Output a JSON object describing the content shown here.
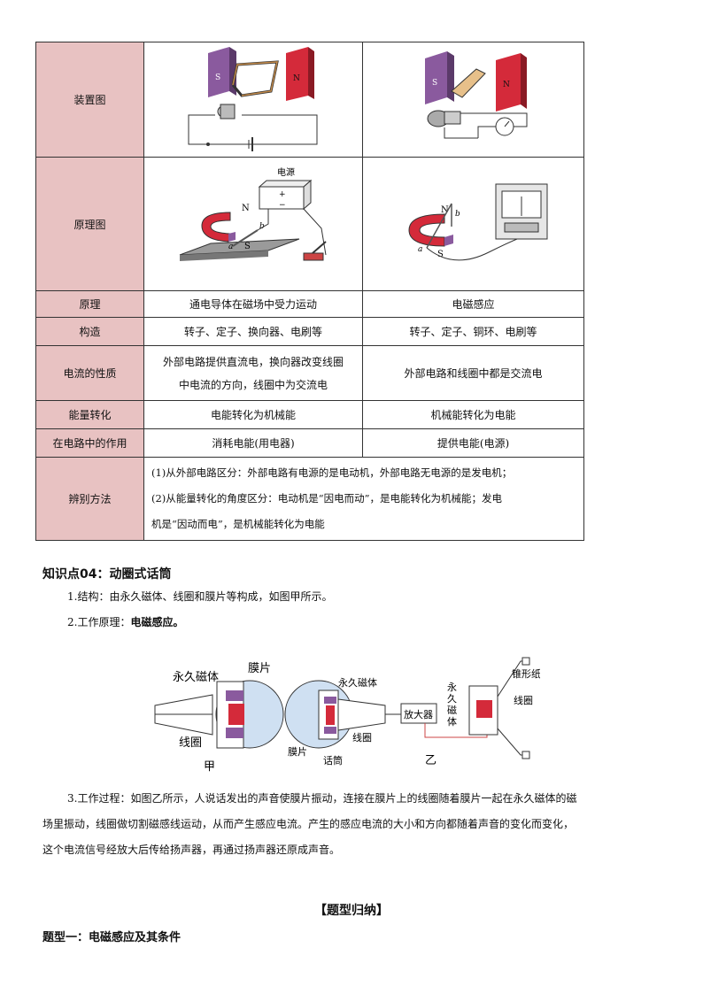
{
  "table": {
    "rows": [
      {
        "label": "装置图"
      },
      {
        "label": "原理图"
      },
      {
        "label": "原理",
        "left": "通电导体在磁场中受力运动",
        "right": "电磁感应"
      },
      {
        "label": "构造",
        "left": "转子、定子、换向器、电刷等",
        "right": "转子、定子、铜环、电刷等"
      },
      {
        "label": "电流的性质",
        "left_lines": [
          "外部电路提供直流电，换向器改变线圈",
          "中电流的方向，线圈中为交流电"
        ],
        "right": "外部电路和线圈中都是交流电"
      },
      {
        "label": "能量转化",
        "left": "电能转化为机械能",
        "right": "机械能转化为电能"
      },
      {
        "label": "在电路中的作用",
        "left": "消耗电能(用电器)",
        "right": "提供电能(电源)"
      },
      {
        "label": "辨别方法",
        "lines": [
          "(1)从外部电路区分：外部电路有电源的是电动机，外部电路无电源的是发电机；",
          "(2)从能量转化的角度区分：电动机是“因电而动”，是电能转化为机械能；发电",
          "机是“因动而电”，是机械能转化为电能"
        ]
      }
    ],
    "fig_labels": {
      "pole_s": "S",
      "pole_n": "N",
      "power": "电源",
      "plus": "+",
      "minus": "−",
      "a": "a",
      "b": "b"
    }
  },
  "section": {
    "title": "知识点04：动圈式话筒",
    "item1": "1.结构：由永久磁体、线圈和膜片等构成，如图甲所示。",
    "item2_prefix": "2.工作原理：",
    "item2_bold": "电磁感应。",
    "figure": {
      "permanent_magnet": "永久磁体",
      "diaphragm": "膜片",
      "coil": "线圈",
      "jia": "甲",
      "permanent_magnet2": "永久磁体",
      "diaphragm2": "膜片",
      "coil2": "线圈",
      "microphone": "话筒",
      "amplifier": "放大器",
      "yi": "乙",
      "cone": "锥形纸盆",
      "coil3": "线圈",
      "magnet_vertical": [
        "永",
        "久",
        "磁",
        "体"
      ]
    },
    "item3_lines": [
      "3.工作过程：如图乙所示，人说话发出的声音使膜片振动，连接在膜片上的线圈随着膜片一起在永久磁体的磁",
      "场里振动，线圈做切割磁感线运动，从而产生感应电流。产生的感应电流的大小和方向都随着声音的变化而变化，",
      "这个电流信号经放大后传给扬声器，再通过扬声器还原成声音。"
    ]
  },
  "summary_title": "【题型归纳】",
  "type1_title": "题型一：电磁感应及其条件",
  "colors": {
    "label_bg": "#e8c2c2",
    "magnet_red": "#d42a3a",
    "magnet_purple": "#8a5a9e"
  }
}
